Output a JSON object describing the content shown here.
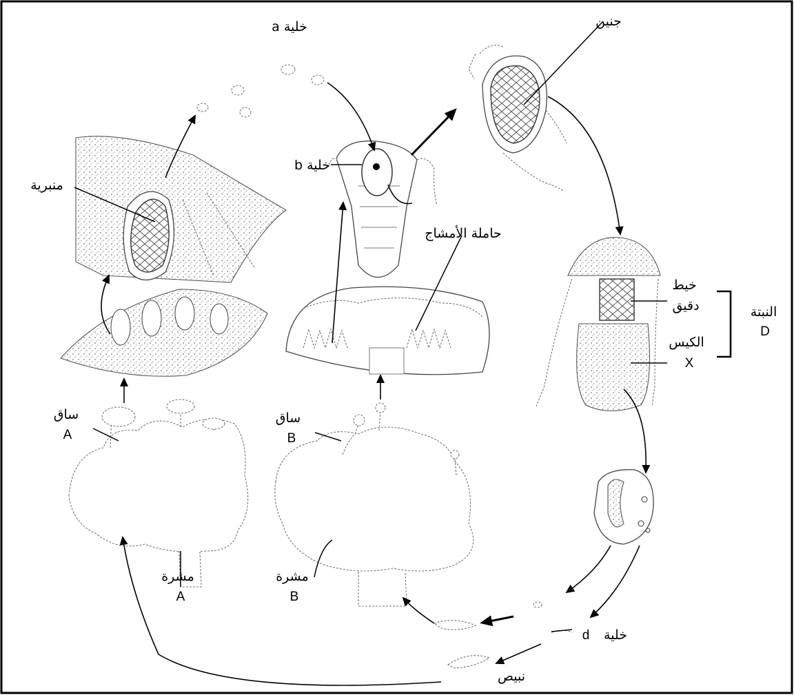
{
  "labels": {
    "cell_a": "خلية a",
    "embryo": "جنين",
    "cell_b": "خلية b",
    "antheridium": "منبرية",
    "archegoniophore": "حاملة الأمشاج",
    "filament_1": "خيط",
    "filament_2": "دقيق",
    "plant": "النبتة",
    "plant_letter": "D",
    "capsule": "الكيس",
    "capsule_letter": "X",
    "stalk_a": "ساق",
    "stalk_a_letter": "A",
    "stalk_b": "ساق",
    "stalk_b_letter": "B",
    "thallus_a": "مشرة",
    "thallus_a_letter": "A",
    "thallus_b": "مشرة",
    "thallus_b_letter": "B",
    "cell_d_word": "خلية",
    "cell_d_letter": "d",
    "protonema": "نبيص"
  }
}
